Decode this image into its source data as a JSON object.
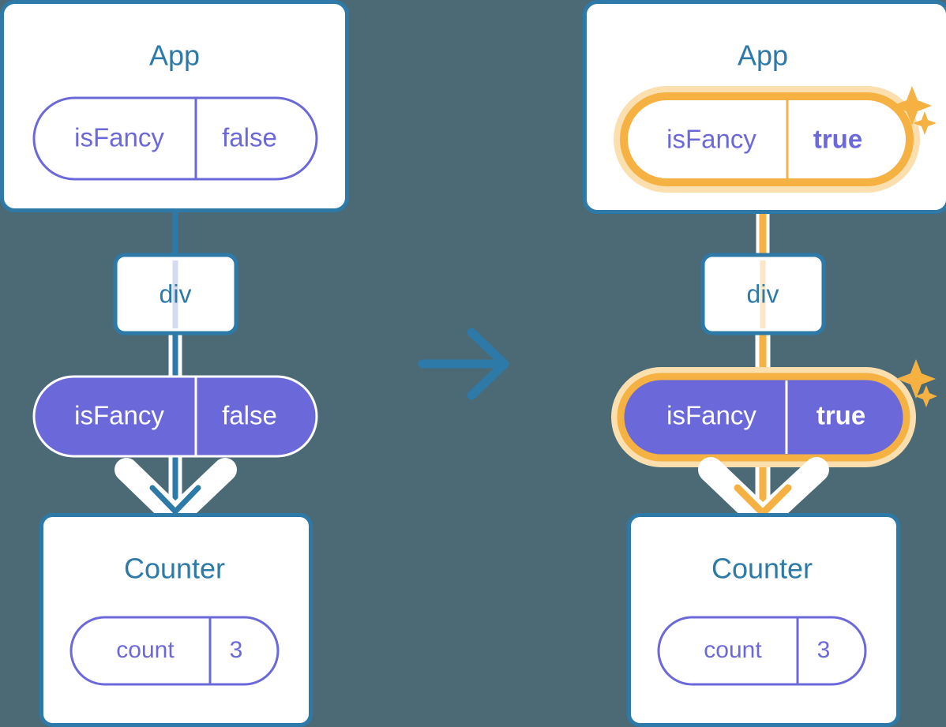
{
  "diagram": {
    "title_semantic": "react-state-propagation-before-after",
    "colors": {
      "background": "#4b6a76",
      "box_border": "#2d7aa8",
      "box_fill": "#ffffff",
      "label_blue": "#2d7aa8",
      "pill_purple": "#6b68d9",
      "pill_text_white": "#ffffff",
      "highlight_orange": "#f5b142",
      "highlight_glow": "#fbdfae",
      "connector_blue": "#2d7aa8",
      "connector_light": "#d5dcf2",
      "connector_light_orange": "#fbe7c8"
    }
  },
  "left": {
    "app_box": {
      "title": "App",
      "state_pill": {
        "name": "isFancy",
        "value": "false",
        "style": "outline"
      }
    },
    "div_node": {
      "label": "div"
    },
    "prop_pill": {
      "name": "isFancy",
      "value": "false",
      "style": "solid"
    },
    "counter_box": {
      "title": "Counter",
      "state_pill": {
        "name": "count",
        "value": "3",
        "style": "outline"
      }
    }
  },
  "transition": {
    "icon": "arrow-right-icon"
  },
  "right": {
    "app_box": {
      "title": "App",
      "state_pill": {
        "name": "isFancy",
        "value": "true",
        "style": "outline-highlighted"
      },
      "sparkle": "sparkles-icon"
    },
    "div_node": {
      "label": "div"
    },
    "prop_pill": {
      "name": "isFancy",
      "value": "true",
      "style": "solid-highlighted"
    },
    "prop_sparkle": "sparkles-icon",
    "counter_box": {
      "title": "Counter",
      "state_pill": {
        "name": "count",
        "value": "3",
        "style": "outline"
      }
    }
  }
}
